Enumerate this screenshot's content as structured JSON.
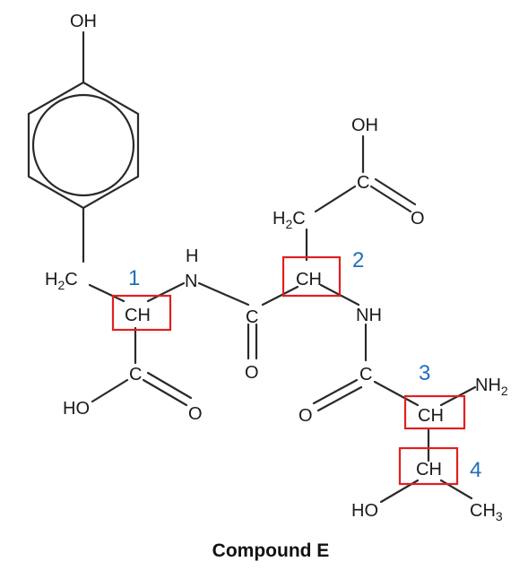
{
  "caption": "Compound E",
  "colors": {
    "bond": "#2a2a2a",
    "highlight_box": "#e02020",
    "label_number": "#1f6fbf"
  },
  "atoms": {
    "oh_phenol": "OH",
    "h2c_benzyl": "H2C",
    "ch_1": "CH",
    "n_amide1": "N",
    "h_amide1": "H",
    "c_amide1": "C",
    "o_amide1": "O",
    "c_acid1": "C",
    "ho_acid1": "HO",
    "o_acid1": "O",
    "oh_asp": "OH",
    "c_asp_acid": "C",
    "o_asp_acid": "O",
    "h2c_asp": "H2C",
    "ch_2": "CH",
    "nh_amide2": "NH",
    "c_amide2": "C",
    "o_amide2": "O",
    "ch_3": "CH",
    "nh2": "NH2",
    "ch_4": "CH",
    "ho_thr": "HO",
    "ch3": "CH3"
  },
  "chiral_labels": [
    "1",
    "2",
    "3",
    "4"
  ]
}
